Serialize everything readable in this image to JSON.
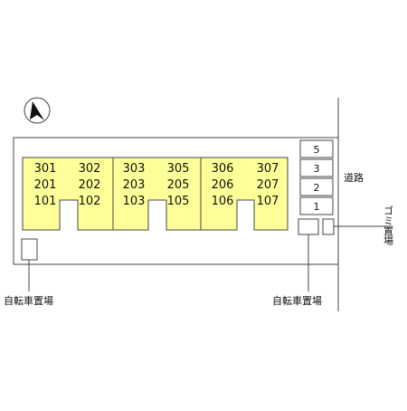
{
  "colors": {
    "unit_fill": "#FFFF99",
    "line": "#444444",
    "background": "#FFFFFF"
  },
  "compass": {
    "icon": "north-arrow-icon"
  },
  "units": [
    {
      "lines": [
        "301",
        "201",
        "101"
      ]
    },
    {
      "lines": [
        "302",
        "202",
        "102"
      ]
    },
    {
      "lines": [
        "303",
        "203",
        "103"
      ]
    },
    {
      "lines": [
        "305",
        "205",
        "105"
      ]
    },
    {
      "lines": [
        "306",
        "206",
        "106"
      ]
    },
    {
      "lines": [
        "307",
        "207",
        "107"
      ]
    }
  ],
  "parking": [
    "5",
    "3",
    "2",
    "1"
  ],
  "labels": {
    "road": "道路",
    "bicycle_left": "自転車置場",
    "bicycle_right": "自転車置場",
    "garbage": "ゴミ置場"
  }
}
